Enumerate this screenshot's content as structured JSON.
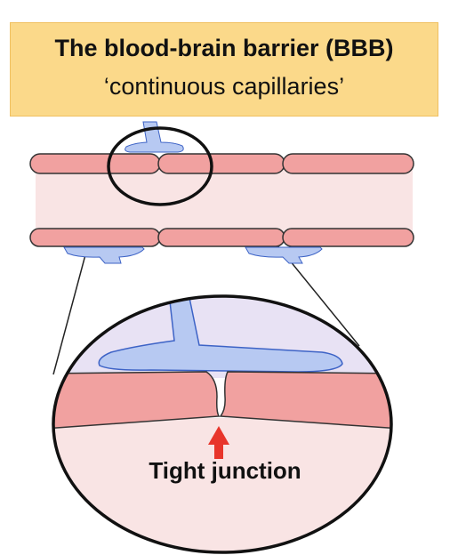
{
  "title": {
    "main": "The blood-brain barrier (BBB)",
    "subtitle": "‘continuous capillaries’"
  },
  "annotation": {
    "tight_junction": "Tight junction"
  },
  "colors": {
    "title_background": "#fbd98a",
    "endothelial_cell": "#f1a1a0",
    "vessel_lumen": "#f9e4e4",
    "astrocyte_endfoot": "#b7c9f2",
    "zoom_upper_region": "#e8e2f4",
    "arrow": "#e8352b"
  }
}
